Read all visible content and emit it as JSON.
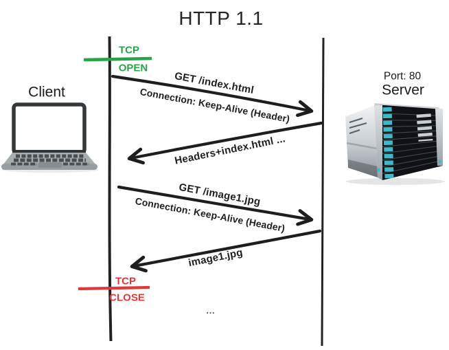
{
  "title": "HTTP 1.1",
  "client": {
    "label": "Client"
  },
  "server": {
    "port": "Port: 80",
    "label": "Server"
  },
  "tcp_open": {
    "line1": "TCP",
    "line2": "OPEN"
  },
  "tcp_close": {
    "line1": "TCP",
    "line2": "CLOSE"
  },
  "messages": [
    {
      "label": "GET /index.html",
      "sublabel": "Connection: Keep-Alive (Header)",
      "from": "client",
      "to": "server"
    },
    {
      "label": "Headers+index.html ...",
      "from": "server",
      "to": "client"
    },
    {
      "label": "GET /image1.jpg",
      "sublabel": "Connection: Keep-Alive (Header)",
      "from": "client",
      "to": "server"
    },
    {
      "label": "image1.jpg",
      "from": "server",
      "to": "client"
    }
  ],
  "ellipsis": "...",
  "colors": {
    "ink": "#1e1e1e",
    "tcp_open_green": "#27A348",
    "tcp_close_red": "#DE3A3C",
    "server_teal": "#3FB9C9"
  }
}
